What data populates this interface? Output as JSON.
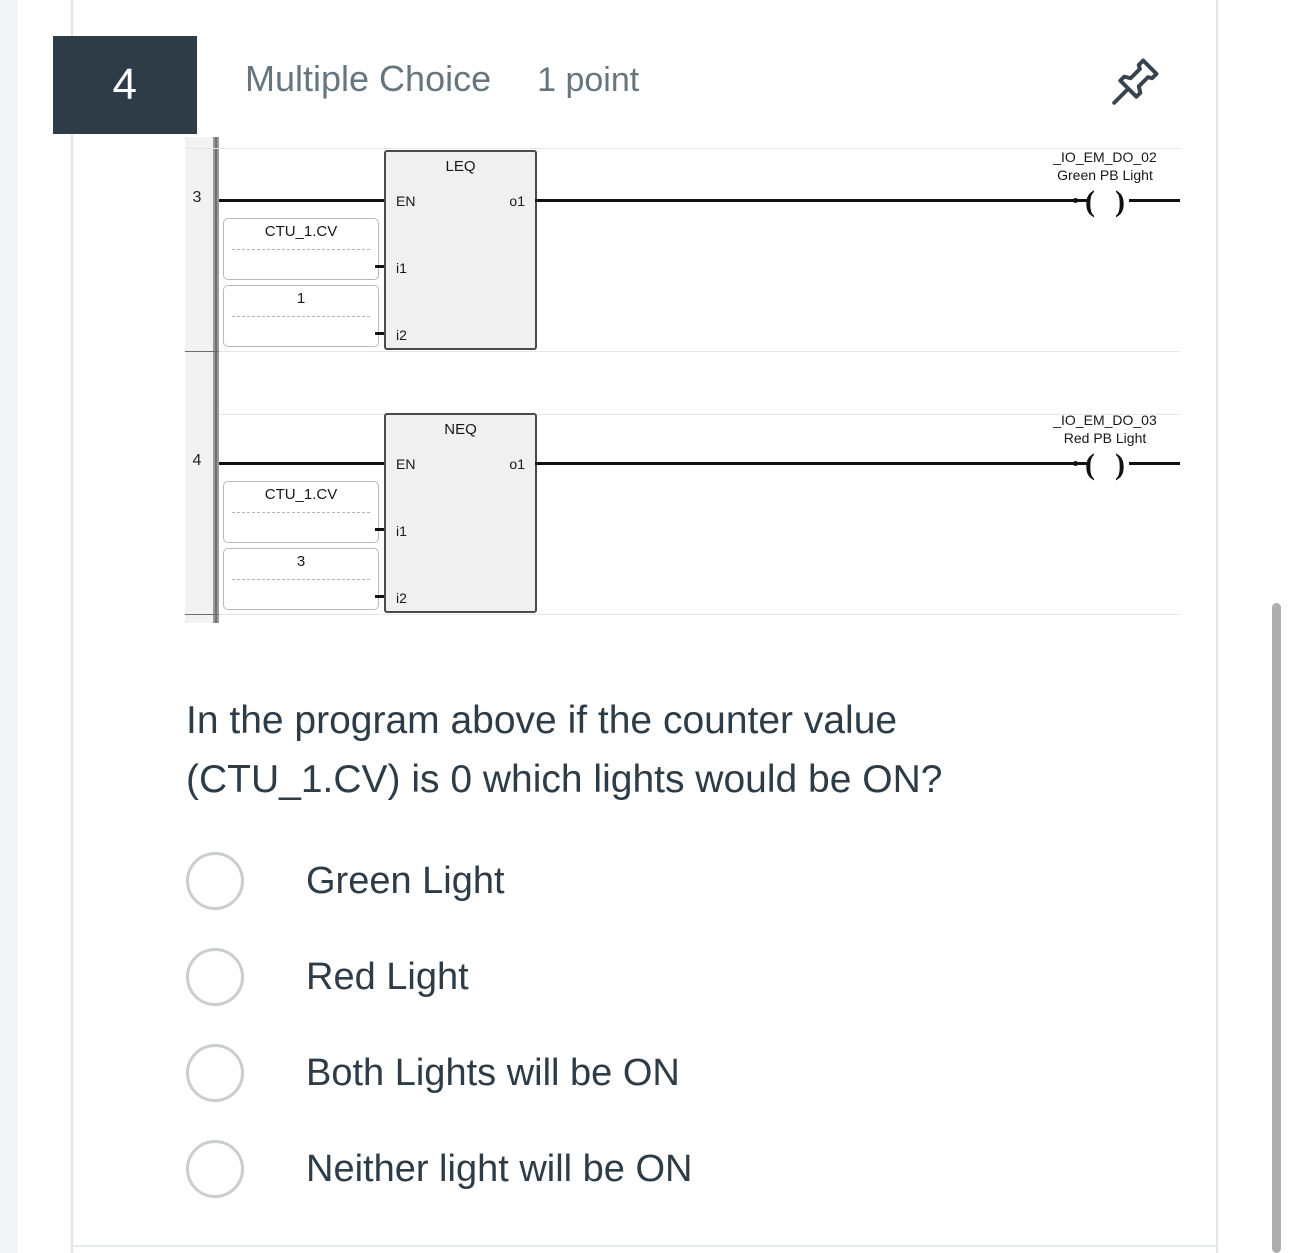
{
  "header": {
    "question_number": "4",
    "question_type": "Multiple Choice",
    "points": "1 point",
    "pin_icon": "pushpin-icon",
    "accent_dark": "#2e3c48",
    "meta_color": "#67757f"
  },
  "ladder": {
    "rungs": [
      {
        "number": "3",
        "function_block": {
          "name": "LEQ",
          "enable_pin": "EN",
          "input_pins": [
            "i1",
            "i2"
          ],
          "output_pin": "o1"
        },
        "operands": [
          "CTU_1.CV",
          "1"
        ],
        "coil": {
          "address": "_IO_EM_DO_02",
          "description": "Green PB Light",
          "symbol": "( )"
        }
      },
      {
        "number": "4",
        "function_block": {
          "name": "NEQ",
          "enable_pin": "EN",
          "input_pins": [
            "i1",
            "i2"
          ],
          "output_pin": "o1"
        },
        "operands": [
          "CTU_1.CV",
          "3"
        ],
        "coil": {
          "address": "_IO_EM_DO_03",
          "description": "Red PB Light",
          "symbol": "( )"
        }
      }
    ]
  },
  "question": {
    "text": "In the program above if the counter value (CTU_1.CV) is 0 which lights would be ON?"
  },
  "options": [
    {
      "label": "Green Light",
      "selected": false
    },
    {
      "label": "Red Light",
      "selected": false
    },
    {
      "label": "Both Lights will be ON",
      "selected": false
    },
    {
      "label": "Neither light will be ON",
      "selected": false
    }
  ],
  "scrollbar": {
    "name": "vertical-scrollbar"
  }
}
